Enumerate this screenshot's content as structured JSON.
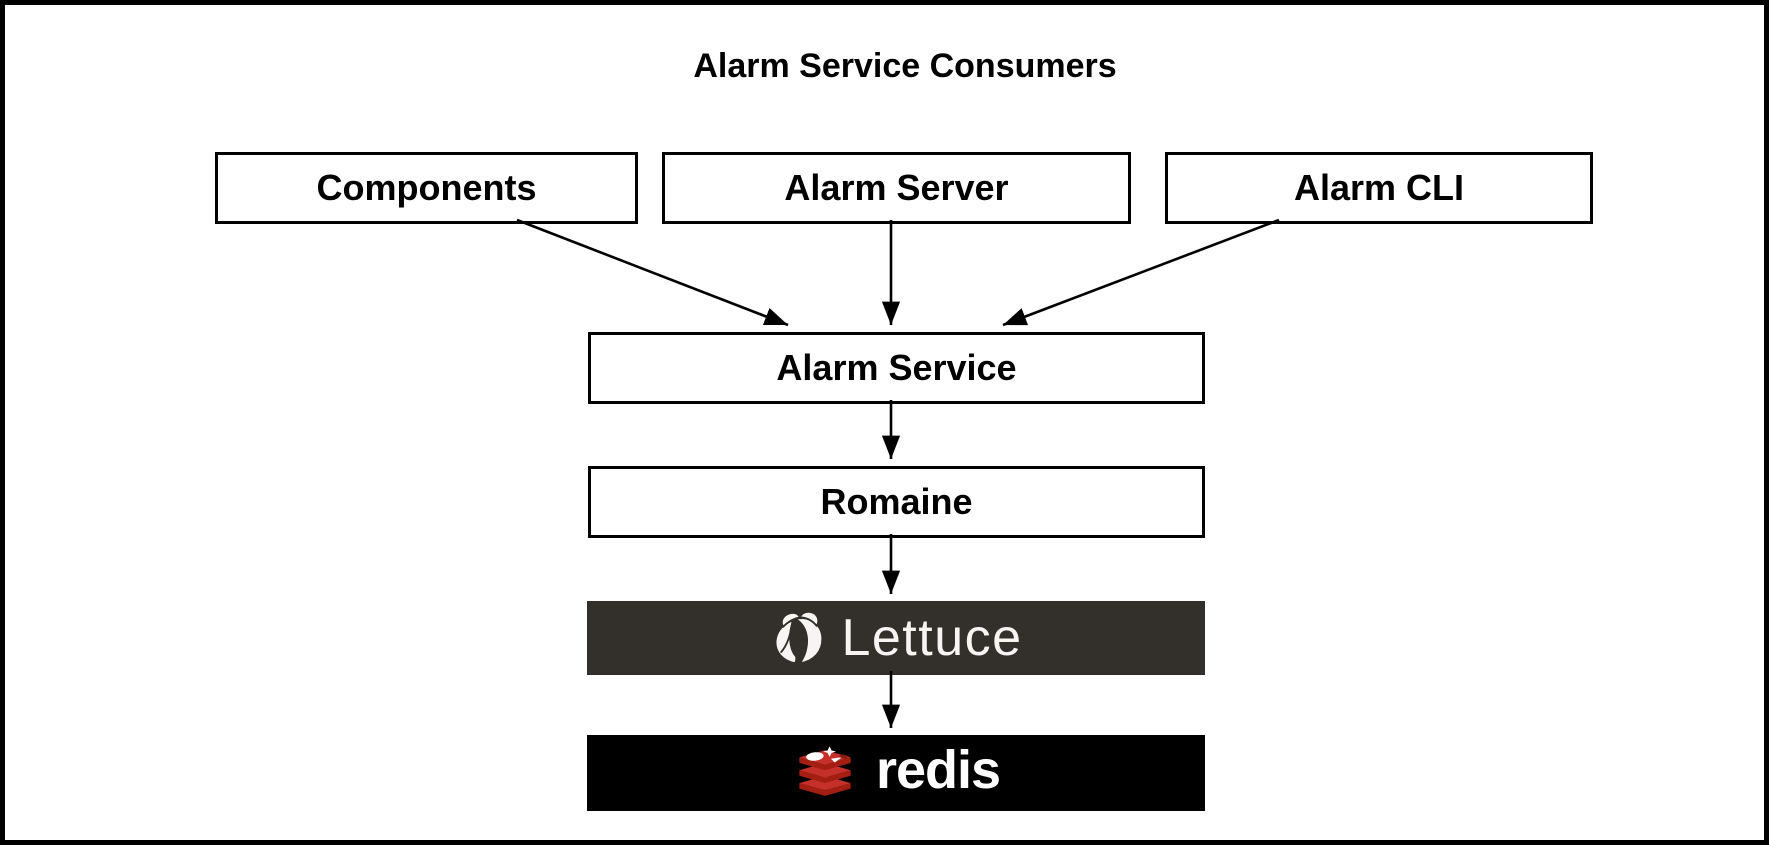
{
  "title": "Alarm Service Consumers",
  "nodes": {
    "components": {
      "label": "Components"
    },
    "alarm_server": {
      "label": "Alarm Server"
    },
    "alarm_cli": {
      "label": "Alarm CLI"
    },
    "alarm_service": {
      "label": "Alarm Service"
    },
    "romaine": {
      "label": "Romaine"
    },
    "lettuce": {
      "label": "Lettuce",
      "icon": "lettuce-flower-icon"
    },
    "redis": {
      "label": "redis",
      "icon": "redis-cube-stack-icon"
    }
  },
  "edges": [
    {
      "from": "Components",
      "to": "Alarm Service"
    },
    {
      "from": "Alarm Server",
      "to": "Alarm Service"
    },
    {
      "from": "Alarm CLI",
      "to": "Alarm Service"
    },
    {
      "from": "Alarm Service",
      "to": "Romaine"
    },
    {
      "from": "Romaine",
      "to": "Lettuce"
    },
    {
      "from": "Lettuce",
      "to": "redis"
    }
  ],
  "colors": {
    "canvas_border": "#000000",
    "box_border": "#000000",
    "arrow": "#000000",
    "lettuce_bg": "#33302b",
    "lettuce_logo_white": "#f6f5f3",
    "redis_bg": "#000000",
    "redis_red": "#c6302b",
    "redis_dark_red": "#a41e11",
    "redis_hole_red": "#8c1b12",
    "redis_wordmark_white": "#ffffff"
  }
}
